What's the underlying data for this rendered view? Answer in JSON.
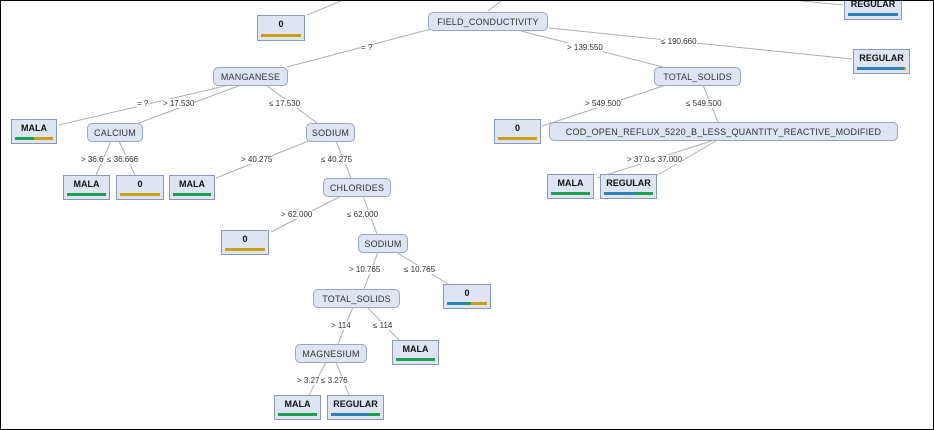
{
  "colors": {
    "MALA": "#1fa050",
    "REGULAR": "#2a84b8",
    "0": "#c9a012",
    "node_fill": "#dfe4f2"
  },
  "nodes": {
    "field_conductivity": "FIELD_CONDUCTIVITY",
    "manganese": "MANGANESE",
    "calcium": "CALCIUM",
    "sodium1": "SODIUM",
    "chlorides": "CHLORIDES",
    "sodium2": "SODIUM",
    "total_solids2": "TOTAL_SOLIDS",
    "magnesium": "MAGNESIUM",
    "total_solids1": "TOTAL_SOLIDS",
    "cod": "COD_OPEN_REFLUX_5220_B_LESS_QUANTITY_REACTIVE_MODIFIED"
  },
  "leaves": {
    "l_top0": {
      "label": "0",
      "dist": [
        [
          "0",
          1
        ]
      ]
    },
    "l_topreg": {
      "label": "REGULAR",
      "dist": [
        [
          "REGULAR",
          1
        ]
      ]
    },
    "l_reg_right": {
      "label": "REGULAR",
      "dist": [
        [
          "REGULAR",
          0.95
        ],
        [
          "0",
          0.05
        ]
      ]
    },
    "l_mala1": {
      "label": "MALA",
      "dist": [
        [
          "MALA",
          0.5
        ],
        [
          "0",
          0.5
        ]
      ]
    },
    "l_mala2": {
      "label": "MALA",
      "dist": [
        [
          "MALA",
          1
        ]
      ]
    },
    "l_zero2": {
      "label": "0",
      "dist": [
        [
          "0",
          1
        ]
      ]
    },
    "l_mala3": {
      "label": "MALA",
      "dist": [
        [
          "MALA",
          1
        ]
      ]
    },
    "l_zero3": {
      "label": "0",
      "dist": [
        [
          "0",
          1
        ]
      ]
    },
    "l_zero4": {
      "label": "0",
      "dist": [
        [
          "REGULAR",
          0.45
        ],
        [
          "MALA",
          0.15
        ],
        [
          "0",
          0.4
        ]
      ]
    },
    "l_mala4": {
      "label": "MALA",
      "dist": [
        [
          "MALA",
          1
        ]
      ]
    },
    "l_mala5": {
      "label": "MALA",
      "dist": [
        [
          "MALA",
          1
        ]
      ]
    },
    "l_reg5": {
      "label": "REGULAR",
      "dist": [
        [
          "REGULAR",
          0.75
        ],
        [
          "MALA",
          0.25
        ]
      ]
    },
    "l_zero5": {
      "label": "0",
      "dist": [
        [
          "0",
          1
        ]
      ]
    },
    "l_mala6": {
      "label": "MALA",
      "dist": [
        [
          "MALA",
          1
        ]
      ]
    },
    "l_reg6": {
      "label": "REGULAR",
      "dist": [
        [
          "REGULAR",
          0.65
        ],
        [
          "MALA",
          0.35
        ]
      ]
    }
  },
  "edges": {
    "fc_missing": "= ?",
    "fc_gt": "> 139.550",
    "fc_le": "≤ 190.660",
    "mn_missing": "= ?",
    "mn_gt": "> 17.530",
    "mn_le": "≤ 17.530",
    "ca_gt": "> 36.6",
    "ca_le": "≤ 36.666",
    "na1_gt": "> 40.275",
    "na1_le": "≤ 40.275",
    "cl_gt": "> 62.000",
    "cl_le": "≤ 62.000",
    "na2_gt": "> 10.765",
    "na2_le": "≤ 10.765",
    "ts2_gt": "> 114",
    "ts2_le": "≤ 114",
    "mg_gt": "> 3.27",
    "mg_le": "≤ 3.276",
    "ts1_gt": "> 549.500",
    "ts1_le": "≤ 549.500",
    "cod_gt": "> 37.0",
    "cod_le": "≤ 37.000"
  }
}
